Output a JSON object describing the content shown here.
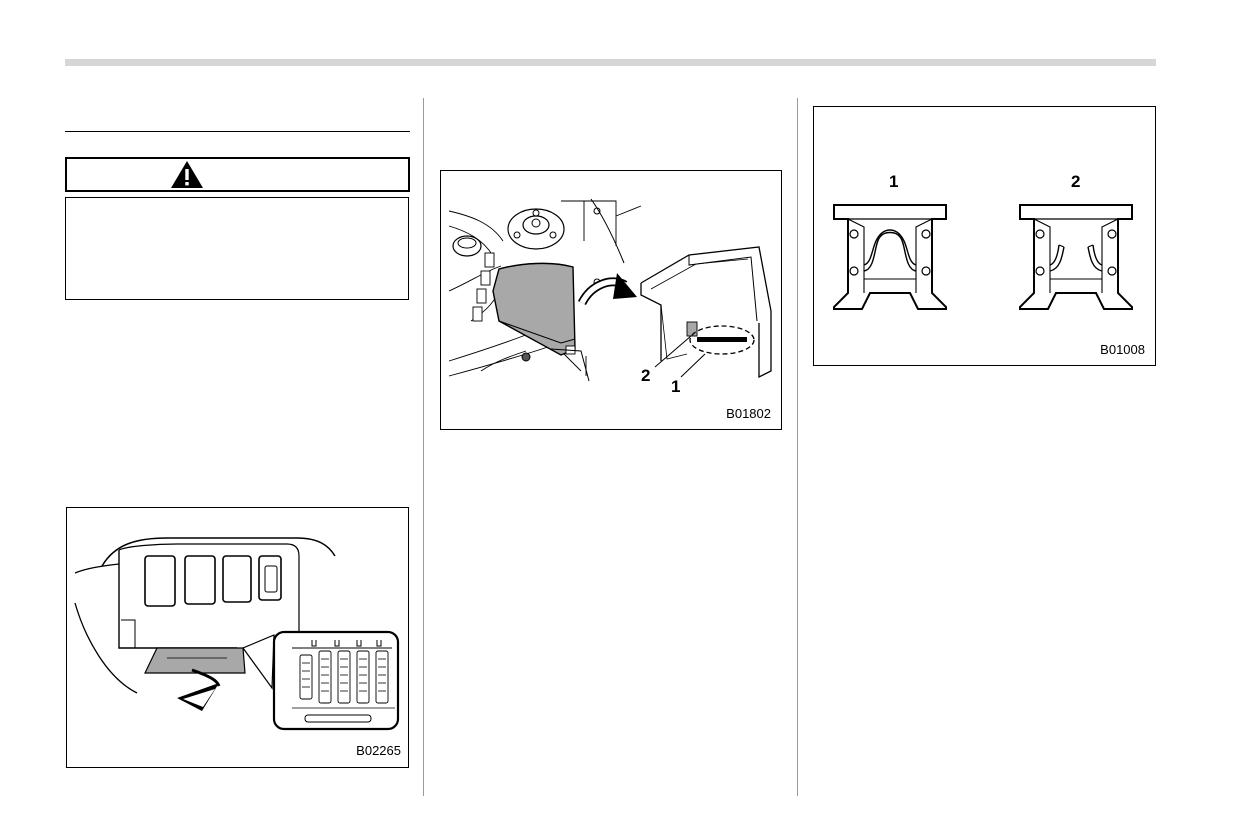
{
  "figures": [
    {
      "code": "B02265"
    },
    {
      "code": "B01802",
      "callouts": [
        "1",
        "2"
      ]
    },
    {
      "code": "B01008",
      "labels": [
        "1",
        "2"
      ]
    }
  ],
  "warning": {
    "icon": "warning-triangle-icon"
  },
  "colors": {
    "rule": "#d6d6d6",
    "fill_gray": "#a8a8a8"
  }
}
